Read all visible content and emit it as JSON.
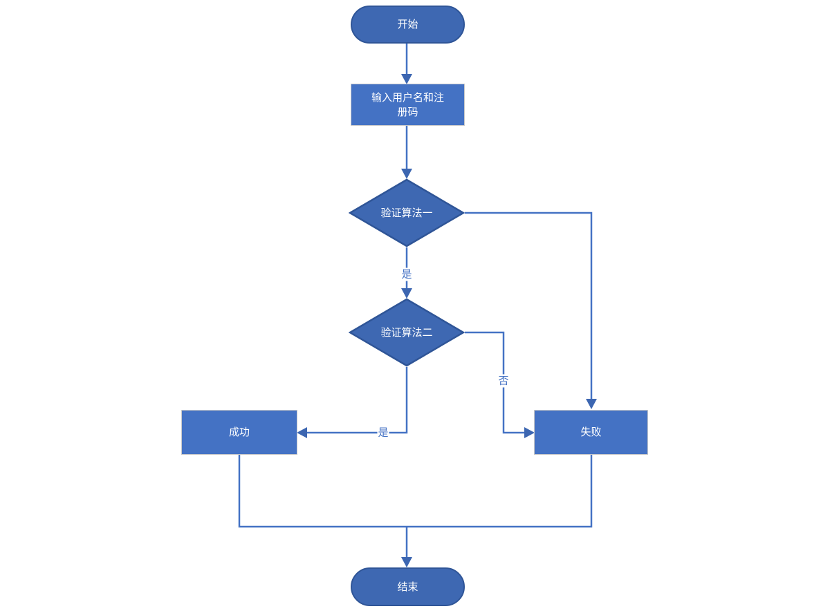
{
  "diagram": {
    "type": "flowchart",
    "language": "zh-CN",
    "colors": {
      "process_fill": "#4472C4",
      "process_border": "#C9C9C9",
      "decision_fill": "#3E68B2",
      "terminator_fill": "#3E68B2",
      "shape_border": "#2F5597",
      "connector": "#4472C4",
      "arrowhead": "#3C66B1",
      "label_text": "#4472C4",
      "node_text": "#FFFFFF",
      "background": "#FFFFFF"
    },
    "nodes": {
      "start": {
        "label": "开始",
        "shape": "terminator"
      },
      "input": {
        "label": "输入用户名和注册码",
        "shape": "process"
      },
      "verify1": {
        "label": "验证算法一",
        "shape": "decision"
      },
      "verify2": {
        "label": "验证算法二",
        "shape": "decision"
      },
      "success": {
        "label": "成功",
        "shape": "process"
      },
      "fail": {
        "label": "失败",
        "shape": "process"
      },
      "end": {
        "label": "结束",
        "shape": "terminator"
      }
    },
    "edge_labels": {
      "verify1_yes": "是",
      "verify2_yes": "是",
      "verify2_no": "否"
    },
    "edges": [
      {
        "from": "start",
        "to": "input",
        "label": ""
      },
      {
        "from": "input",
        "to": "verify1",
        "label": ""
      },
      {
        "from": "verify1",
        "to": "verify2",
        "label": "是"
      },
      {
        "from": "verify1",
        "to": "fail",
        "label": ""
      },
      {
        "from": "verify2",
        "to": "success",
        "label": "是"
      },
      {
        "from": "verify2",
        "to": "fail",
        "label": "否"
      },
      {
        "from": "success",
        "to": "end",
        "label": ""
      },
      {
        "from": "fail",
        "to": "end",
        "label": ""
      }
    ]
  }
}
